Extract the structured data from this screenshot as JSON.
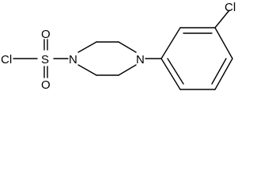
{
  "molecule": {
    "atoms": {
      "sulfonyl_chloride_cl": "Cl",
      "sulfur": "S",
      "oxygen_top": "O",
      "oxygen_bottom": "O",
      "nitrogen_1": "N",
      "nitrogen_4": "N",
      "aryl_chloride_cl": "Cl"
    }
  }
}
